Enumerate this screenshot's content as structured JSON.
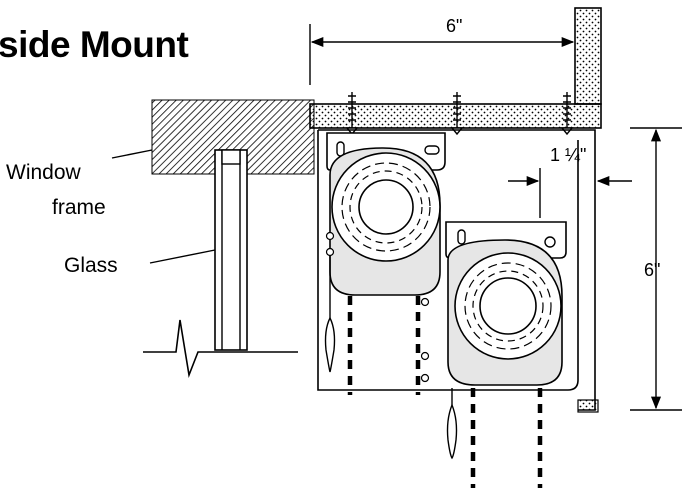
{
  "title": "side Mount",
  "labels": {
    "window": "Window",
    "frame": "frame",
    "glass": "Glass"
  },
  "dimensions": {
    "top_width": "6\"",
    "right_height": "6\"",
    "offset": "1 ¼\""
  },
  "colors": {
    "line": "#000000",
    "housing_fill": "#ffffff",
    "roller_shadow": "#d8d8d8"
  }
}
